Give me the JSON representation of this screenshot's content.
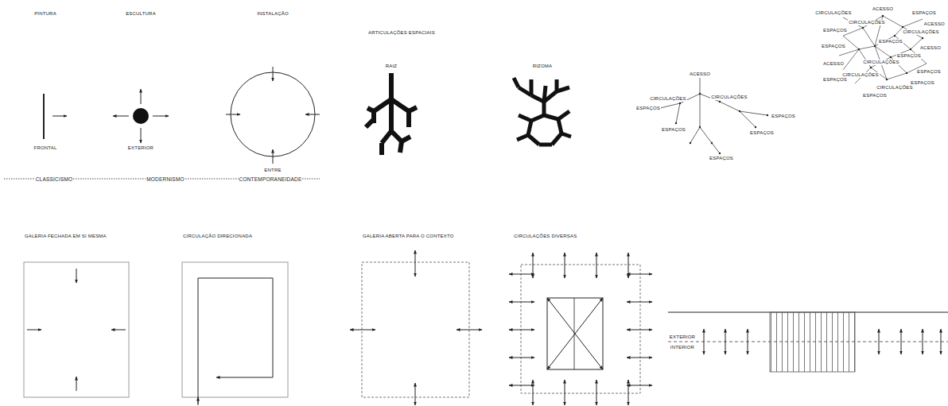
{
  "diagram": {
    "labels": [
      "PINTURA",
      "ESCULTURA",
      "INSTALAÇÃO",
      "FRONTAL",
      "EXTERIOR",
      "ENTRE",
      "CLASSICISMO",
      "MODERNISMO",
      "CONTEMPORANEIDADE",
      "ARTICULAÇÕES ESPACIAIS",
      "RAIZ",
      "RIZOMA",
      "ACESSO",
      "CIRCULAÇÕES",
      "CIRCULAÇÕES",
      "ESPAÇOS",
      "ESPAÇOS",
      "ESPAÇOS",
      "ESPAÇOS",
      "ESPAÇOS",
      "CIRCULAÇÕES",
      "ACESSO",
      "ESPAÇOS",
      "CIRCULAÇÕES",
      "ACESSO",
      "ESPAÇOS",
      "CIRCULAÇÕES",
      "ESPAÇOS",
      "ESPAÇOS",
      "ESPAÇOS",
      "ACESSO",
      "CIRCULAÇÕES",
      "ESPAÇOS",
      "CIRCULAÇÕES",
      "ACESSO",
      "ESPAÇOS",
      "CIRCULAÇÕES",
      "ESPAÇOS",
      "ESPAÇOS",
      "GALERIA FECHADA EM SI MESMA",
      "CIRCULAÇÃO DIRECIONADA",
      "GALERIA ABERTA PARA O CONTEXTO",
      "CIRCULAÇÕES DIVERSAS",
      "EXTERIOR",
      "INTERIOR"
    ]
  }
}
